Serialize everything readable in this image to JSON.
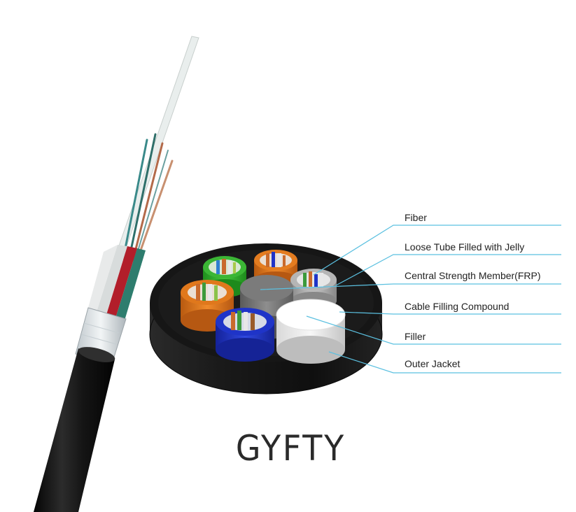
{
  "title": "GYFTY",
  "labels": [
    {
      "id": "fiber",
      "text": "Fiber"
    },
    {
      "id": "loose-tube",
      "text": "Loose Tube Filled with Jelly"
    },
    {
      "id": "central-strength-member",
      "text": "Central Strength Member(FRP)"
    },
    {
      "id": "cable-filling-compound",
      "text": "Cable Filling Compound"
    },
    {
      "id": "filler",
      "text": "Filler"
    },
    {
      "id": "outer-jacket",
      "text": "Outer  Jacket"
    }
  ],
  "colors": {
    "jacket": "#151515",
    "leader_line": "#5bc0e0",
    "tube_green": "#33b530",
    "tube_orange": "#e0781c",
    "tube_blue": "#1f34c8",
    "tube_gray": "#9c9c9c",
    "frp": "#7a7a7a",
    "filler": "#ffffff"
  }
}
